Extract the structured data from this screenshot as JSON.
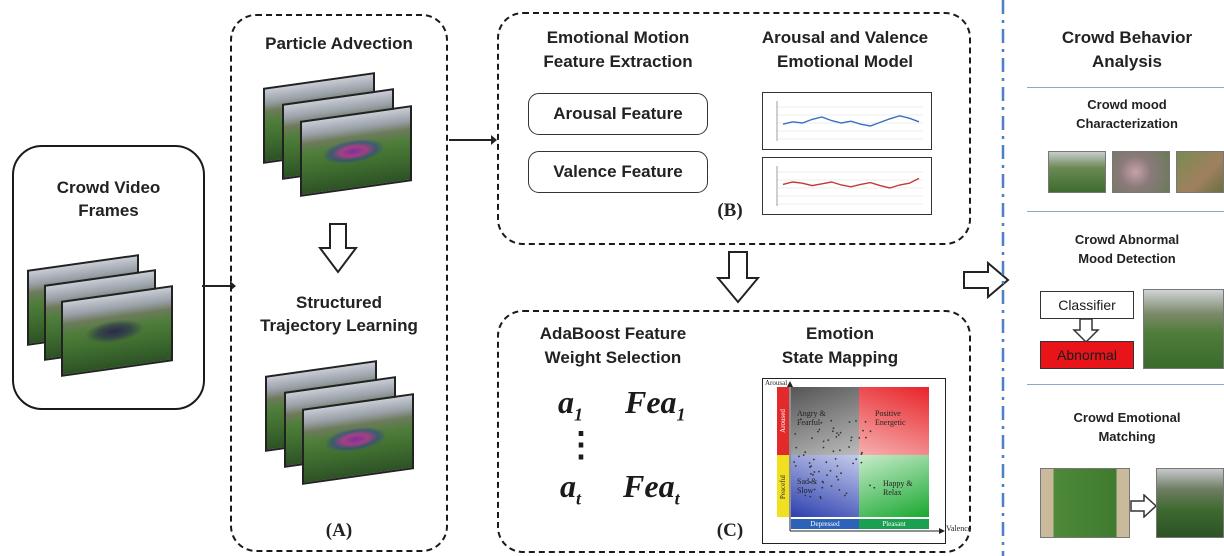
{
  "input": {
    "title_line1": "Crowd Video",
    "title_line2": "Frames"
  },
  "panel_a": {
    "top_title": "Particle Advection",
    "mid_title_line1": "Structured",
    "mid_title_line2": "Trajectory Learning",
    "tag": "(A)"
  },
  "panel_b": {
    "col1_line1": "Emotional Motion",
    "col1_line2": "Feature Extraction",
    "col2_line1": "Arousal and Valence",
    "col2_line2": "Emotional Model",
    "arousal_feature": "Arousal Feature",
    "valence_feature": "Valence Feature",
    "tag": "(B)",
    "arousal_curve": [
      52,
      48,
      50,
      44,
      40,
      46,
      50,
      47,
      52,
      55,
      49,
      43,
      38,
      42,
      48
    ],
    "valence_curve": [
      44,
      40,
      42,
      46,
      43,
      40,
      45,
      48,
      44,
      41,
      46,
      50,
      45,
      42,
      34
    ]
  },
  "panel_c": {
    "col1_line1": "AdaBoost Feature",
    "col1_line2": "Weight Selection",
    "col2_line1": "Emotion",
    "col2_line2": "State Mapping",
    "eq1_a": "a",
    "eq1_a_sub": "1",
    "eq1_fea": "Fea",
    "eq1_fea_sub": "1",
    "eq_dots": "⋮",
    "eq2_a": "a",
    "eq2_a_sub": "t",
    "eq2_fea": "Fea",
    "eq2_fea_sub": "t",
    "tag": "(C)",
    "map": {
      "y_axis": "Arousal",
      "x_axis": "Valence",
      "q_tl": "Angry & Fearful",
      "q_tr": "Positive Energetic",
      "q_bl": "Sad & Slow",
      "q_br": "Happy & Relax",
      "left_band_top": "Aroused",
      "left_band_bottom": "Peaceful",
      "bottom_band_left": "Depressed",
      "bottom_band_right": "Pleasant"
    }
  },
  "analysis": {
    "title_line1": "Crowd Behavior",
    "title_line2": "Analysis",
    "s1_line1": "Crowd mood",
    "s1_line2": "Characterization",
    "s2_line1": "Crowd Abnormal",
    "s2_line2": "Mood Detection",
    "classifier": "Classifier",
    "abnormal": "Abnormal",
    "s3_line1": "Crowd Emotional",
    "s3_line2": "Matching"
  },
  "colors": {
    "abnormal_red": "#e8141a",
    "separator_blue": "#4f7fc6"
  }
}
